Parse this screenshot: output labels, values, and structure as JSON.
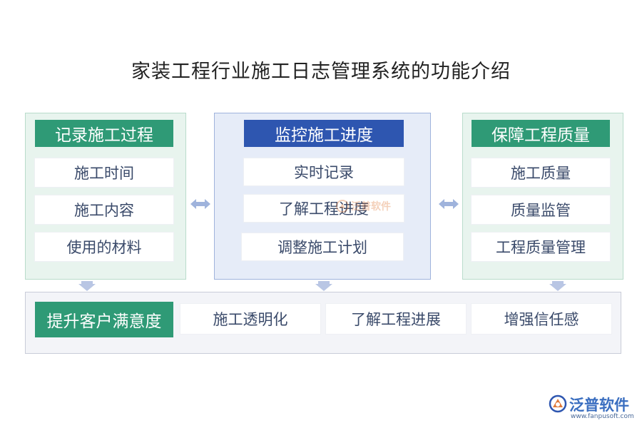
{
  "title": "家装工程行业施工日志管理系统的功能介绍",
  "left_panel": {
    "heading": "记录施工过程",
    "items": [
      "施工时间",
      "施工内容",
      "使用的材料"
    ]
  },
  "center_panel": {
    "heading": "监控施工进度",
    "items": [
      "实时记录",
      "了解工程进度",
      "调整施工计划"
    ]
  },
  "right_panel": {
    "heading": "保障工程质量",
    "items": [
      "施工质量",
      "质量监管",
      "工程质量管理"
    ]
  },
  "bottom_panel": {
    "heading": "提升客户满意度",
    "items": [
      "施工透明化",
      "了解工程进展",
      "增强信任感"
    ]
  },
  "watermark": "泛普软件",
  "brand": {
    "name": "泛普软件",
    "url": "www.fanpusoft.com"
  },
  "colors": {
    "green": "#2f9a76",
    "blue": "#2e56b0",
    "arrow": "#9fb3dc"
  }
}
